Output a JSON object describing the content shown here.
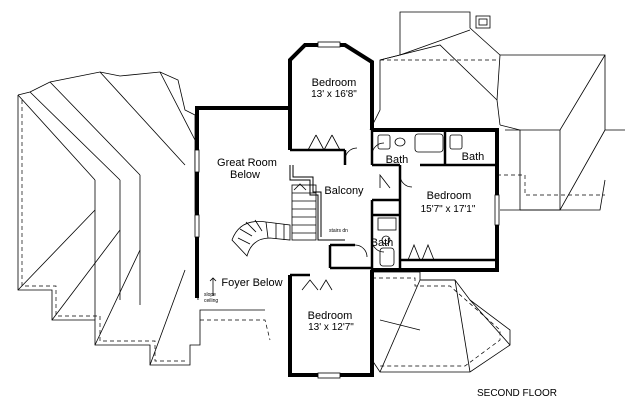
{
  "plan": {
    "caption": "SECOND FLOOR",
    "rooms": [
      {
        "name": "Bedroom",
        "size": "13' x 16'8\""
      },
      {
        "name": "Great Room",
        "size": "Below"
      },
      {
        "name": "Balcony"
      },
      {
        "name": "Bath"
      },
      {
        "name": "Bath"
      },
      {
        "name": "Bedroom",
        "size": "15'7\" x 17'1\""
      },
      {
        "name": "Bath"
      },
      {
        "name": "Foyer Below"
      },
      {
        "name": "Bedroom",
        "size": "13' x 12'7\""
      }
    ],
    "notes": {
      "stairs_down": "stairs dn",
      "slope_ceiling_1": "slope",
      "slope_ceiling_2": "ceiling"
    }
  }
}
